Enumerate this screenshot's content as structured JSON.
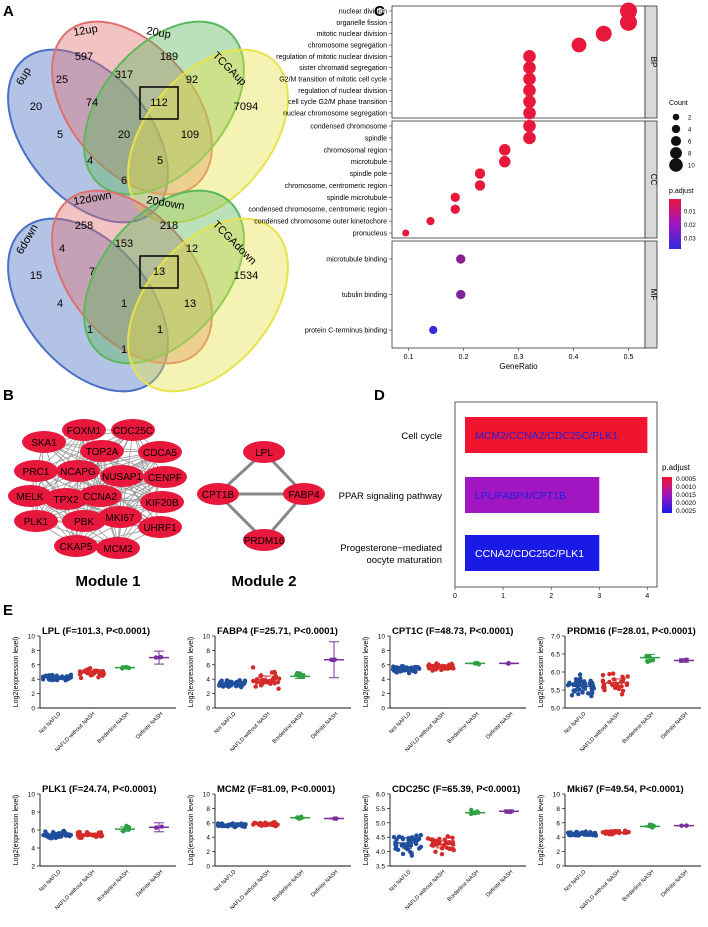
{
  "panels": {
    "A": "A",
    "B": "B",
    "C": "C",
    "D": "D",
    "E": "E"
  },
  "venn_up": {
    "set_labels": [
      "6up",
      "12up",
      "20up",
      "TCGAup"
    ],
    "colors": [
      "#4a6fc4",
      "#e07070",
      "#5cb85c",
      "#e8e34a"
    ],
    "regions": [
      {
        "sets": "1",
        "value": "20"
      },
      {
        "sets": "2",
        "value": "597"
      },
      {
        "sets": "3",
        "value": "189"
      },
      {
        "sets": "4",
        "value": "7094"
      },
      {
        "sets": "12",
        "value": "25"
      },
      {
        "sets": "23",
        "value": "317"
      },
      {
        "sets": "34",
        "value": "92"
      },
      {
        "sets": "123",
        "value": "74"
      },
      {
        "sets": "234",
        "value": "112"
      },
      {
        "sets": "13",
        "value": "5"
      },
      {
        "sets": "1234",
        "value": "20"
      },
      {
        "sets": "124",
        "value": "109"
      },
      {
        "sets": "134",
        "value": "4"
      },
      {
        "sets": "24",
        "value": "5"
      },
      {
        "sets": "14",
        "value": "6"
      }
    ]
  },
  "venn_down": {
    "set_labels": [
      "6down",
      "12down",
      "20down",
      "TCGAdown"
    ],
    "colors": [
      "#4a6fc4",
      "#e07070",
      "#5cb85c",
      "#e8e34a"
    ],
    "regions": [
      {
        "sets": "1",
        "value": "15"
      },
      {
        "sets": "2",
        "value": "258"
      },
      {
        "sets": "3",
        "value": "218"
      },
      {
        "sets": "4",
        "value": "1534"
      },
      {
        "sets": "12",
        "value": "4"
      },
      {
        "sets": "23",
        "value": "153"
      },
      {
        "sets": "34",
        "value": "12"
      },
      {
        "sets": "123",
        "value": "7"
      },
      {
        "sets": "234",
        "value": "13"
      },
      {
        "sets": "13",
        "value": "4"
      },
      {
        "sets": "1234",
        "value": "1"
      },
      {
        "sets": "124",
        "value": "13"
      },
      {
        "sets": "134",
        "value": "1"
      },
      {
        "sets": "24",
        "value": "1"
      },
      {
        "sets": "14",
        "value": "1"
      }
    ]
  },
  "network": {
    "module1_title": "Module 1",
    "module2_title": "Module 2",
    "module1_nodes": [
      "FOXM1",
      "CDC25C",
      "SKA1",
      "TOP2A",
      "CDCA5",
      "PRC1",
      "NCAPG",
      "NUSAP1",
      "CENPF",
      "MELK",
      "TPX2",
      "CCNA2",
      "KIF20B",
      "PLK1",
      "PBK",
      "MKI67",
      "UHRF1",
      "CKAP5",
      "MCM2"
    ],
    "module2_nodes": [
      "LPL",
      "CPT1B",
      "FABP4",
      "PRDM16"
    ],
    "node_color": "#e8173c"
  },
  "chart_data": [
    {
      "type": "scatter",
      "subtype": "dotplot",
      "id": "C",
      "xlabel": "GeneRatio",
      "xlim": [
        0.07,
        0.53
      ],
      "xticks": [
        0.1,
        0.2,
        0.3,
        0.4,
        0.5
      ],
      "facets": [
        {
          "name": "BP",
          "terms": [
            {
              "term": "nuclear division",
              "gene_ratio": 0.5,
              "count": 10,
              "p_adjust": 0.001
            },
            {
              "term": "organelle fission",
              "gene_ratio": 0.5,
              "count": 10,
              "p_adjust": 0.001
            },
            {
              "term": "mitotic nuclear division",
              "gene_ratio": 0.455,
              "count": 9,
              "p_adjust": 0.001
            },
            {
              "term": "chromosome segregation",
              "gene_ratio": 0.41,
              "count": 8,
              "p_adjust": 0.001
            },
            {
              "term": "regulation of mitotic nuclear division",
              "gene_ratio": 0.32,
              "count": 6,
              "p_adjust": 0.001
            },
            {
              "term": "sister chromatid segregation",
              "gene_ratio": 0.32,
              "count": 6,
              "p_adjust": 0.001
            },
            {
              "term": "G2/M transition of mitotic cell cycle",
              "gene_ratio": 0.32,
              "count": 6,
              "p_adjust": 0.001
            },
            {
              "term": "regulation of nuclear division",
              "gene_ratio": 0.32,
              "count": 6,
              "p_adjust": 0.001
            },
            {
              "term": "cell cycle G2/M phase transition",
              "gene_ratio": 0.32,
              "count": 6,
              "p_adjust": 0.001
            },
            {
              "term": "nuclear chromosome segregation",
              "gene_ratio": 0.32,
              "count": 6,
              "p_adjust": 0.001
            }
          ]
        },
        {
          "name": "CC",
          "terms": [
            {
              "term": "condensed chromosome",
              "gene_ratio": 0.32,
              "count": 6,
              "p_adjust": 0.001
            },
            {
              "term": "spindle",
              "gene_ratio": 0.32,
              "count": 6,
              "p_adjust": 0.001
            },
            {
              "term": "chromosomal region",
              "gene_ratio": 0.275,
              "count": 5,
              "p_adjust": 0.001
            },
            {
              "term": "microtubule",
              "gene_ratio": 0.275,
              "count": 5,
              "p_adjust": 0.001
            },
            {
              "term": "spindle pole",
              "gene_ratio": 0.23,
              "count": 4,
              "p_adjust": 0.001
            },
            {
              "term": "chromosome, centromeric region",
              "gene_ratio": 0.23,
              "count": 4,
              "p_adjust": 0.001
            },
            {
              "term": "spindle microtubule",
              "gene_ratio": 0.185,
              "count": 3,
              "p_adjust": 0.001
            },
            {
              "term": "condensed chromosome, centromeric region",
              "gene_ratio": 0.185,
              "count": 3,
              "p_adjust": 0.001
            },
            {
              "term": "condensed chromosome outer kinetochore",
              "gene_ratio": 0.14,
              "count": 2,
              "p_adjust": 0.001
            },
            {
              "term": "pronucleus",
              "gene_ratio": 0.095,
              "count": 1,
              "p_adjust": 0.001
            }
          ]
        },
        {
          "name": "MF",
          "terms": [
            {
              "term": "microtubule binding",
              "gene_ratio": 0.195,
              "count": 3,
              "p_adjust": 0.02
            },
            {
              "term": "tubulin binding",
              "gene_ratio": 0.195,
              "count": 3,
              "p_adjust": 0.022
            },
            {
              "term": "protein C-terminus binding",
              "gene_ratio": 0.145,
              "count": 2,
              "p_adjust": 0.036
            }
          ]
        }
      ],
      "size_legend": {
        "title": "Count",
        "values": [
          2,
          4,
          6,
          8,
          10
        ]
      },
      "color_legend": {
        "title": "p.adjust",
        "ticks": [
          0.01,
          0.02,
          0.03
        ],
        "low_color": "#e8173c",
        "high_color": "#2b2be0",
        "range": [
          0.001,
          0.038
        ]
      }
    },
    {
      "type": "bar",
      "id": "D",
      "orientation": "horizontal",
      "categories": [
        "Cell cycle",
        "PPAR signaling pathway",
        "Progesterone−mediated\noocyte maturation"
      ],
      "values": [
        4,
        3,
        3
      ],
      "bar_labels": [
        "MCM2/CCNA2/CDC25C/PLK1",
        "LPL/FABP4/CPT1B",
        "CCNA2/CDC25C/PLK1"
      ],
      "p_adjust": [
        0.0004,
        0.0012,
        0.0025
      ],
      "bar_colors": [
        "#f0142e",
        "#a016c0",
        "#1a1ae6"
      ],
      "label_colors": [
        "#2020e0",
        "#2020e0",
        "#ffffff"
      ],
      "xlim": [
        0,
        4.2
      ],
      "xticks": [
        0,
        1,
        2,
        3,
        4
      ],
      "legend": {
        "title": "p.adjust",
        "ticks": [
          "0.0005",
          "0.0010",
          "0.0015",
          "0.0020",
          "0.0025"
        ],
        "low_color": "#f0142e",
        "high_color": "#1a1ae6"
      }
    },
    {
      "type": "scatter",
      "subtype": "group_dotplot",
      "id": "E",
      "groups": [
        "Not NAFLD",
        "NAFLD without NASH",
        "Borderline NASH",
        "Definite NASH"
      ],
      "group_colors": [
        "#1f4e9c",
        "#d42a2a",
        "#2ea043",
        "#7b2f9e"
      ],
      "ylabel": "Log2(expression level)",
      "plots": [
        {
          "title": "LPL (F=101.3, P<0.0001)",
          "ylim": [
            0,
            10
          ],
          "yticks": [
            0,
            2,
            4,
            6,
            8,
            10
          ],
          "groups": [
            {
              "center": 4.2,
              "spread": 0.35,
              "n": 40
            },
            {
              "center": 4.9,
              "spread": 0.45,
              "n": 32
            },
            {
              "center": 5.6,
              "spread": 0.08,
              "n": 6
            },
            {
              "center": 7.0,
              "spread": 0.05,
              "n": 3,
              "sd": 0.9
            }
          ]
        },
        {
          "title": "FABP4 (F=25.71, P<0.0001)",
          "ylim": [
            0,
            10
          ],
          "yticks": [
            0,
            2,
            4,
            6,
            8,
            10
          ],
          "groups": [
            {
              "center": 3.4,
              "spread": 0.35,
              "n": 40
            },
            {
              "center": 3.9,
              "spread": 0.9,
              "n": 32
            },
            {
              "center": 4.4,
              "spread": 0.5,
              "n": 6
            },
            {
              "center": 6.7,
              "spread": 0.05,
              "n": 3,
              "sd": 2.5
            }
          ]
        },
        {
          "title": "CPT1C (F=48.73, P<0.0001)",
          "ylim": [
            0,
            10
          ],
          "yticks": [
            0,
            2,
            4,
            6,
            8,
            10
          ],
          "groups": [
            {
              "center": 5.4,
              "spread": 0.3,
              "n": 40
            },
            {
              "center": 5.7,
              "spread": 0.3,
              "n": 32
            },
            {
              "center": 6.2,
              "spread": 0.08,
              "n": 6
            },
            {
              "center": 6.2,
              "spread": 0.05,
              "n": 3
            }
          ]
        },
        {
          "title": "PRDM16 (F=28.01, P<0.0001)",
          "ylim": [
            5.0,
            7.0
          ],
          "yticks": [
            5.0,
            5.5,
            6.0,
            6.5,
            7.0
          ],
          "groups": [
            {
              "center": 5.6,
              "spread": 0.18,
              "n": 40
            },
            {
              "center": 5.7,
              "spread": 0.18,
              "n": 32
            },
            {
              "center": 6.4,
              "spread": 0.15,
              "n": 6
            },
            {
              "center": 6.32,
              "spread": 0.02,
              "n": 3
            }
          ]
        },
        {
          "title": "PLK1 (F=24.74, P<0.0001)",
          "ylim": [
            2,
            10
          ],
          "yticks": [
            2,
            4,
            6,
            8,
            10
          ],
          "groups": [
            {
              "center": 5.4,
              "spread": 0.3,
              "n": 40
            },
            {
              "center": 5.5,
              "spread": 0.25,
              "n": 32
            },
            {
              "center": 6.1,
              "spread": 0.4,
              "n": 6
            },
            {
              "center": 6.3,
              "spread": 0.05,
              "n": 3,
              "sd": 0.5
            }
          ]
        },
        {
          "title": "MCM2 (F=81.09, P<0.0001)",
          "ylim": [
            0,
            10
          ],
          "yticks": [
            0,
            2,
            4,
            6,
            8,
            10
          ],
          "groups": [
            {
              "center": 5.7,
              "spread": 0.2,
              "n": 40
            },
            {
              "center": 5.8,
              "spread": 0.2,
              "n": 32
            },
            {
              "center": 6.7,
              "spread": 0.12,
              "n": 6
            },
            {
              "center": 6.6,
              "spread": 0.03,
              "n": 3
            }
          ]
        },
        {
          "title": "CDC25C (F=65.39, P<0.0001)",
          "ylim": [
            3.5,
            6.0
          ],
          "yticks": [
            3.5,
            4.0,
            4.5,
            5.0,
            5.5,
            6.0
          ],
          "groups": [
            {
              "center": 4.3,
              "spread": 0.3,
              "n": 40
            },
            {
              "center": 4.25,
              "spread": 0.2,
              "n": 32
            },
            {
              "center": 5.35,
              "spread": 0.08,
              "n": 6
            },
            {
              "center": 5.4,
              "spread": 0.02,
              "n": 3
            }
          ]
        },
        {
          "title": "Mki67 (F=49.54, P<0.0001)",
          "ylim": [
            0,
            10
          ],
          "yticks": [
            0,
            2,
            4,
            6,
            8,
            10
          ],
          "groups": [
            {
              "center": 4.4,
              "spread": 0.25,
              "n": 40
            },
            {
              "center": 4.6,
              "spread": 0.2,
              "n": 32
            },
            {
              "center": 5.5,
              "spread": 0.15,
              "n": 6
            },
            {
              "center": 5.6,
              "spread": 0.03,
              "n": 3
            }
          ]
        }
      ]
    }
  ]
}
